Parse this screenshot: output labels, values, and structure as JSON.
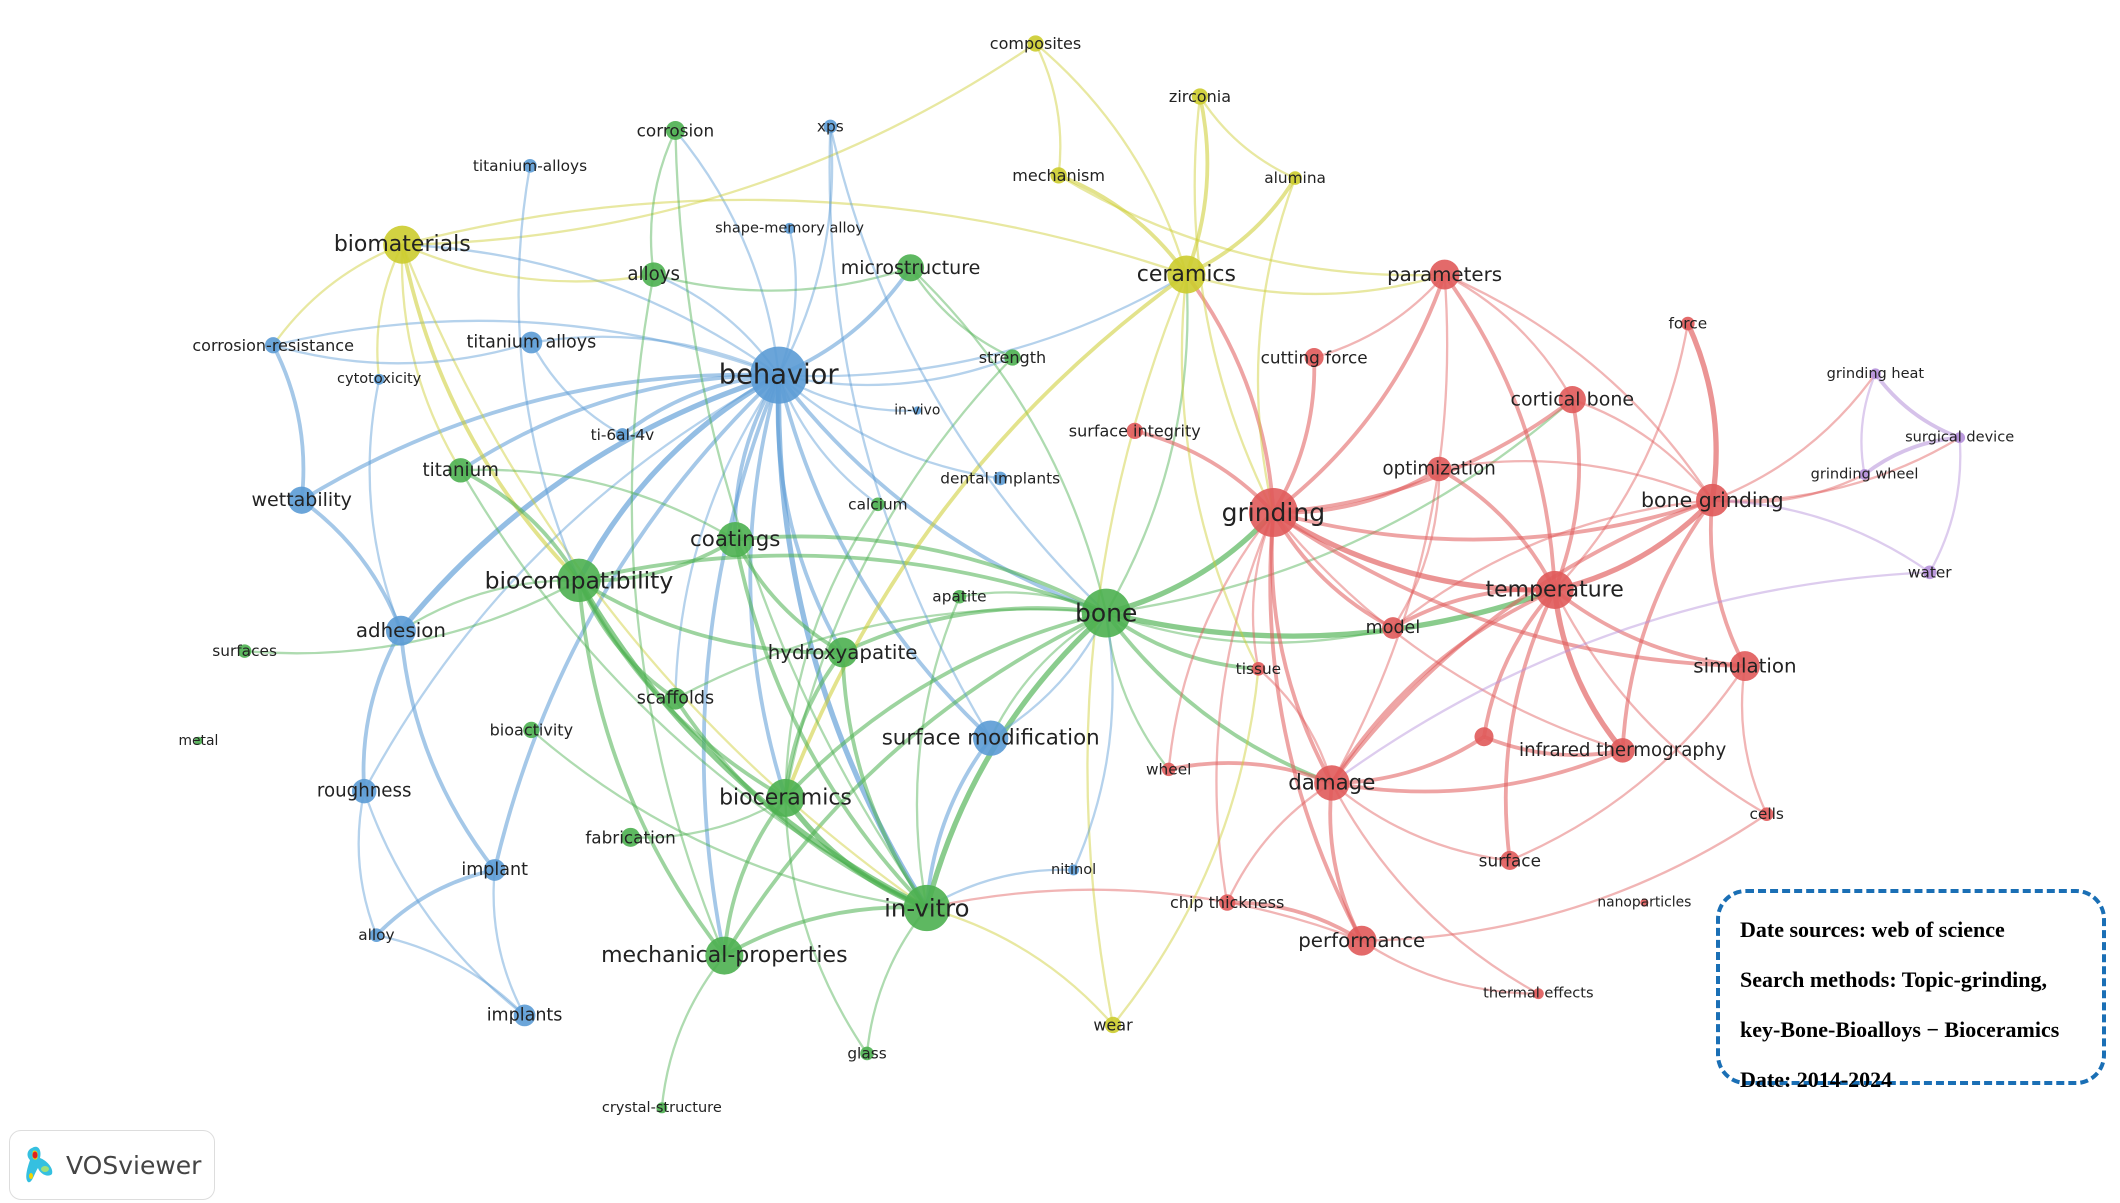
{
  "clusters": {
    "red": "#e05a5a",
    "green": "#4cb050",
    "blue": "#5b9bd5",
    "yellow": "#cccc2e",
    "purple": "#b48fd9"
  },
  "nodes": [
    {
      "id": "composites",
      "cluster": "yellow",
      "weight": 6
    },
    {
      "id": "zirconia",
      "cluster": "yellow",
      "weight": 6
    },
    {
      "id": "mechanism",
      "cluster": "yellow",
      "weight": 6
    },
    {
      "id": "alumina",
      "cluster": "yellow",
      "weight": 5
    },
    {
      "id": "ceramics",
      "cluster": "yellow",
      "weight": 14
    },
    {
      "id": "biomaterials",
      "cluster": "yellow",
      "weight": 14
    },
    {
      "id": "wear",
      "cluster": "yellow",
      "weight": 6
    },
    {
      "id": "corrosion",
      "cluster": "green",
      "weight": 7
    },
    {
      "id": "alloys",
      "cluster": "green",
      "weight": 9
    },
    {
      "id": "microstructure",
      "cluster": "green",
      "weight": 10
    },
    {
      "id": "strength",
      "cluster": "green",
      "weight": 6
    },
    {
      "id": "titanium",
      "cluster": "green",
      "weight": 9
    },
    {
      "id": "coatings",
      "cluster": "green",
      "weight": 13
    },
    {
      "id": "calcium",
      "cluster": "green",
      "weight": 5
    },
    {
      "id": "biocompatibility",
      "cluster": "green",
      "weight": 16
    },
    {
      "id": "apatite",
      "cluster": "green",
      "weight": 5
    },
    {
      "id": "hydroxyapatite",
      "cluster": "green",
      "weight": 11
    },
    {
      "id": "surfaces",
      "cluster": "green",
      "weight": 5
    },
    {
      "id": "scaffolds",
      "cluster": "green",
      "weight": 8
    },
    {
      "id": "bioactivity",
      "cluster": "green",
      "weight": 6
    },
    {
      "id": "bioceramics",
      "cluster": "green",
      "weight": 14
    },
    {
      "id": "fabrication",
      "cluster": "green",
      "weight": 7
    },
    {
      "id": "in-vitro",
      "cluster": "green",
      "weight": 17
    },
    {
      "id": "mechanical-properties",
      "cluster": "green",
      "weight": 14
    },
    {
      "id": "glass",
      "cluster": "green",
      "weight": 5
    },
    {
      "id": "crystal-structure",
      "cluster": "green",
      "weight": 4
    },
    {
      "id": "metal",
      "cluster": "green",
      "weight": 3
    },
    {
      "id": "bone",
      "cluster": "green",
      "weight": 18
    },
    {
      "id": "xps",
      "cluster": "blue",
      "weight": 5
    },
    {
      "id": "titanium-alloys",
      "cluster": "blue",
      "weight": 5
    },
    {
      "id": "shape-memory alloy",
      "cluster": "blue",
      "weight": 4
    },
    {
      "id": "corrosion-resistance",
      "cluster": "blue",
      "weight": 6
    },
    {
      "id": "titanium alloys",
      "cluster": "blue",
      "weight": 8
    },
    {
      "id": "cytotoxicity",
      "cluster": "blue",
      "weight": 4
    },
    {
      "id": "behavior",
      "cluster": "blue",
      "weight": 21
    },
    {
      "id": "in-vivo",
      "cluster": "blue",
      "weight": 3
    },
    {
      "id": "ti-6al-4v",
      "cluster": "blue",
      "weight": 5
    },
    {
      "id": "dental implants",
      "cluster": "blue",
      "weight": 5
    },
    {
      "id": "wettability",
      "cluster": "blue",
      "weight": 10
    },
    {
      "id": "adhesion",
      "cluster": "blue",
      "weight": 11
    },
    {
      "id": "surface modification",
      "cluster": "blue",
      "weight": 13
    },
    {
      "id": "roughness",
      "cluster": "blue",
      "weight": 9
    },
    {
      "id": "implant",
      "cluster": "blue",
      "weight": 8
    },
    {
      "id": "alloy",
      "cluster": "blue",
      "weight": 5
    },
    {
      "id": "implants",
      "cluster": "blue",
      "weight": 8
    },
    {
      "id": "nitinol",
      "cluster": "blue",
      "weight": 4
    },
    {
      "id": "parameters",
      "cluster": "red",
      "weight": 11
    },
    {
      "id": "force",
      "cluster": "red",
      "weight": 5
    },
    {
      "id": "cutting force",
      "cluster": "red",
      "weight": 7
    },
    {
      "id": "cortical bone",
      "cluster": "red",
      "weight": 10
    },
    {
      "id": "surface integrity",
      "cluster": "red",
      "weight": 6
    },
    {
      "id": "optimization",
      "cluster": "red",
      "weight": 9
    },
    {
      "id": "grinding",
      "cluster": "red",
      "weight": 18
    },
    {
      "id": "bone grinding",
      "cluster": "red",
      "weight": 12
    },
    {
      "id": "temperature",
      "cluster": "red",
      "weight": 14
    },
    {
      "id": "model",
      "cluster": "red",
      "weight": 8
    },
    {
      "id": "tissue",
      "cluster": "red",
      "weight": 5
    },
    {
      "id": "simulation",
      "cluster": "red",
      "weight": 11
    },
    {
      "id": "",
      "cluster": "red",
      "weight": 7
    },
    {
      "id": "infrared thermography",
      "cluster": "red",
      "weight": 9
    },
    {
      "id": "wheel",
      "cluster": "red",
      "weight": 5
    },
    {
      "id": "damage",
      "cluster": "red",
      "weight": 13
    },
    {
      "id": "cells",
      "cluster": "red",
      "weight": 5
    },
    {
      "id": "surface",
      "cluster": "red",
      "weight": 7
    },
    {
      "id": "chip thickness",
      "cluster": "red",
      "weight": 6
    },
    {
      "id": "performance",
      "cluster": "red",
      "weight": 11
    },
    {
      "id": "nanoparticles",
      "cluster": "red",
      "weight": 3
    },
    {
      "id": "thermal effects",
      "cluster": "red",
      "weight": 4
    },
    {
      "id": "grinding heat",
      "cluster": "purple",
      "weight": 4
    },
    {
      "id": "surgical device",
      "cluster": "purple",
      "weight": 4
    },
    {
      "id": "grinding wheel",
      "cluster": "purple",
      "weight": 4
    },
    {
      "id": "water",
      "cluster": "purple",
      "weight": 5
    }
  ],
  "links": [
    [
      "behavior",
      "biocompatibility",
      3
    ],
    [
      "behavior",
      "coatings",
      2
    ],
    [
      "behavior",
      "adhesion",
      3
    ],
    [
      "behavior",
      "wettability",
      2
    ],
    [
      "behavior",
      "titanium",
      2
    ],
    [
      "behavior",
      "alloys",
      1
    ],
    [
      "behavior",
      "corrosion",
      1
    ],
    [
      "behavior",
      "microstructure",
      2
    ],
    [
      "behavior",
      "titanium alloys",
      1
    ],
    [
      "behavior",
      "ti-6al-4v",
      2
    ],
    [
      "behavior",
      "bioceramics",
      2
    ],
    [
      "behavior",
      "in-vitro",
      3
    ],
    [
      "behavior",
      "hydroxyapatite",
      2
    ],
    [
      "behavior",
      "bone",
      2
    ],
    [
      "behavior",
      "surface modification",
      2
    ],
    [
      "behavior",
      "roughness",
      1
    ],
    [
      "behavior",
      "implant",
      2
    ],
    [
      "behavior",
      "xps",
      1
    ],
    [
      "behavior",
      "corrosion-resistance",
      1
    ],
    [
      "behavior",
      "scaffolds",
      1
    ],
    [
      "behavior",
      "mechanical-properties",
      2
    ],
    [
      "behavior",
      "strength",
      1
    ],
    [
      "behavior",
      "ceramics",
      1
    ],
    [
      "behavior",
      "dental implants",
      1
    ],
    [
      "behavior",
      "calcium",
      1
    ],
    [
      "behavior",
      "biomaterials",
      1
    ],
    [
      "behavior",
      "shape-memory alloy",
      1
    ],
    [
      "behavior",
      "in-vivo",
      1
    ],
    [
      "bone",
      "grinding",
      3
    ],
    [
      "bone",
      "in-vitro",
      3
    ],
    [
      "bone",
      "bioceramics",
      2
    ],
    [
      "bone",
      "hydroxyapatite",
      2
    ],
    [
      "bone",
      "coatings",
      2
    ],
    [
      "bone",
      "biocompatibility",
      2
    ],
    [
      "bone",
      "temperature",
      3
    ],
    [
      "bone",
      "damage",
      2
    ],
    [
      "bone",
      "tissue",
      2
    ],
    [
      "bone",
      "surface modification",
      1
    ],
    [
      "bone",
      "ceramics",
      1
    ],
    [
      "bone",
      "model",
      1
    ],
    [
      "bone",
      "apatite",
      1
    ],
    [
      "bone",
      "scaffolds",
      1
    ],
    [
      "bone",
      "mechanical-properties",
      2
    ],
    [
      "bone",
      "cortical bone",
      1
    ],
    [
      "bone",
      "wheel",
      1
    ],
    [
      "bone",
      "microstructure",
      1
    ],
    [
      "grinding",
      "temperature",
      3
    ],
    [
      "grinding",
      "parameters",
      2
    ],
    [
      "grinding",
      "cutting force",
      2
    ],
    [
      "grinding",
      "optimization",
      2
    ],
    [
      "grinding",
      "damage",
      2
    ],
    [
      "grinding",
      "bone grinding",
      2
    ],
    [
      "grinding",
      "model",
      2
    ],
    [
      "grinding",
      "tissue",
      1
    ],
    [
      "grinding",
      "performance",
      2
    ],
    [
      "grinding",
      "ceramics",
      2
    ],
    [
      "grinding",
      "cortical bone",
      2
    ],
    [
      "grinding",
      "simulation",
      2
    ],
    [
      "grinding",
      "surface integrity",
      2
    ],
    [
      "grinding",
      "infrared thermography",
      1
    ],
    [
      "grinding",
      "chip thickness",
      1
    ],
    [
      "grinding",
      "wheel",
      1
    ],
    [
      "temperature",
      "bone grinding",
      3
    ],
    [
      "temperature",
      "cortical bone",
      2
    ],
    [
      "temperature",
      "simulation",
      2
    ],
    [
      "temperature",
      "infrared thermography",
      3
    ],
    [
      "temperature",
      "optimization",
      2
    ],
    [
      "temperature",
      "parameters",
      2
    ],
    [
      "temperature",
      "model",
      2
    ],
    [
      "temperature",
      "damage",
      2
    ],
    [
      "temperature",
      "force",
      1
    ],
    [
      "temperature",
      "surface",
      2
    ],
    [
      "temperature",
      "cells",
      1
    ],
    [
      "temperature",
      "",
      2
    ],
    [
      "bone grinding",
      "force",
      3
    ],
    [
      "bone grinding",
      "simulation",
      2
    ],
    [
      "bone grinding",
      "grinding heat",
      1
    ],
    [
      "bone grinding",
      "surgical device",
      1
    ],
    [
      "bone grinding",
      "grinding wheel",
      1
    ],
    [
      "bone grinding",
      "damage",
      2
    ],
    [
      "bone grinding",
      "model",
      1
    ],
    [
      "bone grinding",
      "infrared thermography",
      2
    ],
    [
      "bone grinding",
      "cortical bone",
      1
    ],
    [
      "bone grinding",
      "optimization",
      1
    ],
    [
      "bone grinding",
      "parameters",
      1
    ],
    [
      "grinding heat",
      "surgical device",
      2
    ],
    [
      "surgical device",
      "grinding wheel",
      2
    ],
    [
      "grinding heat",
      "grinding wheel",
      1
    ],
    [
      "water",
      "bone grinding",
      1
    ],
    [
      "water",
      "surgical device",
      1
    ],
    [
      "water",
      "damage",
      1
    ],
    [
      "damage",
      "performance",
      2
    ],
    [
      "damage",
      "wheel",
      2
    ],
    [
      "damage",
      "chip thickness",
      1
    ],
    [
      "damage",
      "surface",
      1
    ],
    [
      "damage",
      "",
      2
    ],
    [
      "damage",
      "infrared thermography",
      2
    ],
    [
      "damage",
      "parameters",
      1
    ],
    [
      "damage",
      "thermal effects",
      1
    ],
    [
      "damage",
      "tissue",
      1
    ],
    [
      "performance",
      "chip thickness",
      2
    ],
    [
      "performance",
      "thermal effects",
      1
    ],
    [
      "performance",
      "cells",
      1
    ],
    [
      "performance",
      "in-vitro",
      1
    ],
    [
      "surface",
      "simulation",
      1
    ],
    [
      "simulation",
      "cells",
      1
    ],
    [
      "",
      "infrared thermography",
      2
    ],
    [
      "cortical bone",
      "parameters",
      1
    ],
    [
      "cutting force",
      "parameters",
      1
    ],
    [
      "model",
      "optimization",
      1
    ],
    [
      "ceramics",
      "biomaterials",
      1
    ],
    [
      "ceramics",
      "zirconia",
      2
    ],
    [
      "ceramics",
      "alumina",
      2
    ],
    [
      "ceramics",
      "mechanism",
      2
    ],
    [
      "ceramics",
      "composites",
      1
    ],
    [
      "ceramics",
      "wear",
      1
    ],
    [
      "ceramics",
      "bioceramics",
      2
    ],
    [
      "ceramics",
      "parameters",
      1
    ],
    [
      "ceramics",
      "tissue",
      1
    ],
    [
      "biomaterials",
      "titanium",
      1
    ],
    [
      "biomaterials",
      "biocompatibility",
      2
    ],
    [
      "biomaterials",
      "composites",
      1
    ],
    [
      "biomaterials",
      "alloys",
      1
    ],
    [
      "biomaterials",
      "in-vitro",
      1
    ],
    [
      "biomaterials",
      "corrosion-resistance",
      1
    ],
    [
      "biomaterials",
      "cytotoxicity",
      1
    ],
    [
      "mechanism",
      "composites",
      1
    ],
    [
      "zirconia",
      "alumina",
      1
    ],
    [
      "zirconia",
      "grinding",
      1
    ],
    [
      "wear",
      "in-vitro",
      1
    ],
    [
      "wear",
      "tissue",
      1
    ],
    [
      "mechanism",
      "parameters",
      1
    ],
    [
      "alumina",
      "grinding",
      1
    ],
    [
      "biocompatibility",
      "in-vitro",
      3
    ],
    [
      "biocompatibility",
      "bioceramics",
      2
    ],
    [
      "biocompatibility",
      "hydroxyapatite",
      2
    ],
    [
      "biocompatibility",
      "coatings",
      2
    ],
    [
      "biocompatibility",
      "titanium",
      2
    ],
    [
      "biocompatibility",
      "scaffolds",
      2
    ],
    [
      "biocompatibility",
      "mechanical-properties",
      2
    ],
    [
      "biocompatibility",
      "adhesion",
      1
    ],
    [
      "coatings",
      "hydroxyapatite",
      2
    ],
    [
      "coatings",
      "in-vitro",
      2
    ],
    [
      "coatings",
      "titanium",
      1
    ],
    [
      "hydroxyapatite",
      "in-vitro",
      2
    ],
    [
      "hydroxyapatite",
      "bioceramics",
      2
    ],
    [
      "bioceramics",
      "in-vitro",
      3
    ],
    [
      "bioceramics",
      "mechanical-properties",
      2
    ],
    [
      "in-vitro",
      "mechanical-properties",
      2
    ],
    [
      "in-vitro",
      "glass",
      1
    ],
    [
      "mechanical-properties",
      "crystal-structure",
      1
    ],
    [
      "scaffolds",
      "in-vitro",
      2
    ],
    [
      "bioactivity",
      "in-vitro",
      1
    ],
    [
      "fabrication",
      "bioceramics",
      1
    ],
    [
      "corrosion",
      "alloys",
      1
    ],
    [
      "corrosion",
      "in-vitro",
      1
    ],
    [
      "alloys",
      "microstructure",
      1
    ],
    [
      "microstructure",
      "strength",
      1
    ],
    [
      "apatite",
      "in-vitro",
      1
    ],
    [
      "calcium",
      "bioceramics",
      1
    ],
    [
      "surfaces",
      "biocompatibility",
      1
    ],
    [
      "titanium",
      "in-vitro",
      1
    ],
    [
      "strength",
      "bioceramics",
      1
    ],
    [
      "bioceramics",
      "glass",
      1
    ],
    [
      "alloys",
      "mechanical-properties",
      1
    ],
    [
      "adhesion",
      "wettability",
      2
    ],
    [
      "adhesion",
      "roughness",
      2
    ],
    [
      "adhesion",
      "implant",
      2
    ],
    [
      "roughness",
      "implants",
      1
    ],
    [
      "roughness",
      "alloy",
      1
    ],
    [
      "implant",
      "alloy",
      2
    ],
    [
      "implants",
      "alloy",
      1
    ],
    [
      "wettability",
      "corrosion-resistance",
      2
    ],
    [
      "corrosion-resistance",
      "titanium alloys",
      1
    ],
    [
      "titanium alloys",
      "ti-6al-4v",
      1
    ],
    [
      "titanium-alloys",
      "biocompatibility",
      1
    ],
    [
      "xps",
      "surface modification",
      1
    ],
    [
      "surface modification",
      "in-vitro",
      2
    ],
    [
      "surface modification",
      "bone",
      1
    ],
    [
      "nitinol",
      "bone",
      1
    ],
    [
      "nitinol",
      "in-vitro",
      1
    ],
    [
      "cytotoxicity",
      "adhesion",
      1
    ],
    [
      "implant",
      "implants",
      1
    ],
    [
      "xps",
      "bone",
      1
    ]
  ],
  "legend": {
    "line1": "Date sources: web of science",
    "line2": "Search methods: Topic-grinding,",
    "line3": "key-Bone-Bioalloys  −  Bioceramics",
    "line4": "Date: 2014-2024"
  },
  "logo": {
    "text": "VOSviewer"
  }
}
